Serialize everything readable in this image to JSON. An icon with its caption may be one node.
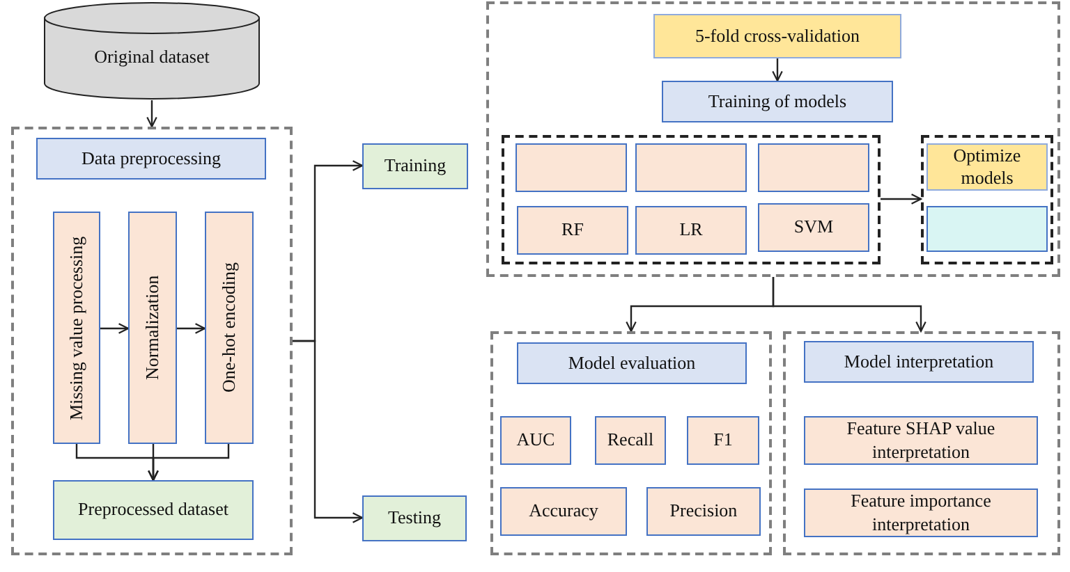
{
  "diagram": {
    "nodes": [
      {
        "text": [
          "Original dataset"
        ]
      },
      {
        "text": [],
        "shape": "box"
      },
      {
        "text": [
          "Data preprocessing"
        ],
        "in": 1
      },
      {
        "text": [
          "Missing value processing"
        ],
        "in": 1
      },
      {
        "text": [
          "Normalization"
        ],
        "in": 1
      },
      {
        "text": [
          "One-hot encoding"
        ],
        "in": 1
      },
      {
        "text": [
          "Preprocessed dataset"
        ],
        "in": 1
      },
      {
        "text": [
          "Training"
        ]
      },
      {
        "text": [
          "Testing"
        ]
      },
      {
        "text": [],
        "shape": "box"
      },
      {
        "text": [
          "5-fold cross-validation"
        ],
        "in": 9
      },
      {
        "text": [
          "Training of models"
        ],
        "in": 9
      },
      {
        "text": [],
        "shape": "box",
        "in": 9
      },
      {
        "text": [],
        "shape": "box",
        "in": 12
      },
      {
        "text": [],
        "shape": "box",
        "in": 12
      },
      {
        "text": [],
        "shape": "box",
        "in": 12
      },
      {
        "text": [
          "RF"
        ],
        "in": 12
      },
      {
        "text": [
          "LR"
        ],
        "in": 12
      },
      {
        "text": [
          "SVM"
        ],
        "in": 12
      },
      {
        "text": [],
        "shape": "box",
        "in": 9
      },
      {
        "text": [
          "Optimize models"
        ],
        "in": 19
      },
      {
        "text": [],
        "shape": "box",
        "in": 19
      },
      {
        "text": [],
        "shape": "box"
      },
      {
        "text": [
          "Model evaluation"
        ],
        "in": 22
      },
      {
        "text": [
          "AUC"
        ],
        "in": 22
      },
      {
        "text": [
          "Recall"
        ],
        "in": 22
      },
      {
        "text": [
          "F1"
        ],
        "in": 22
      },
      {
        "text": [
          "Accuracy"
        ],
        "in": 22
      },
      {
        "text": [
          "Precision"
        ],
        "in": 22
      },
      {
        "text": [],
        "shape": "box"
      },
      {
        "text": [
          "Model interpretation"
        ],
        "in": 29
      },
      {
        "text": [
          "Feature SHAP value interpretation"
        ],
        "in": 29
      },
      {
        "text": [
          "Feature importance interpretation"
        ],
        "in": 29
      }
    ],
    "edges": [
      {
        "from": 0,
        "to": 1,
        "arrow": "to"
      },
      {
        "from": 3,
        "to": 4,
        "arrow": "to"
      },
      {
        "from": 4,
        "to": 5,
        "arrow": "to"
      },
      {
        "from": 3,
        "to": 6,
        "arrow": "to"
      },
      {
        "from": 4,
        "to": 6,
        "arrow": "to"
      },
      {
        "from": 5,
        "to": 6,
        "arrow": "to"
      },
      {
        "from": 1,
        "to": 7,
        "arrow": "to"
      },
      {
        "from": 1,
        "to": 8,
        "arrow": "to"
      },
      {
        "from": 10,
        "to": 11,
        "arrow": "to"
      },
      {
        "from": 12,
        "to": 19,
        "arrow": "to"
      },
      {
        "from": 9,
        "to": 22,
        "arrow": "to"
      },
      {
        "from": 9,
        "to": 29,
        "arrow": "to"
      }
    ]
  }
}
